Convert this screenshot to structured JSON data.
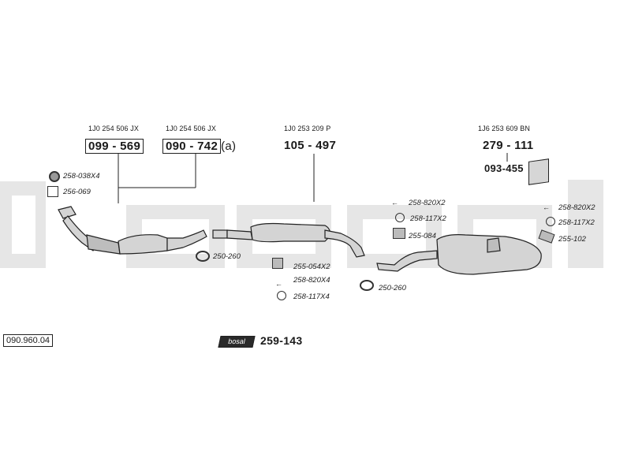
{
  "diagram": {
    "diagram_number": "090.960.04",
    "brand": "bosal",
    "kit_number": "259-143",
    "colors": {
      "watermark": "#e4e4e4",
      "line": "#222222",
      "part_fill": "#cfcfcf"
    },
    "assemblies": [
      {
        "oe": "1J0 254 506 JX",
        "part": "099 - 569",
        "boxed": true,
        "suffix": ""
      },
      {
        "oe": "1J0 254 506 JX",
        "part": "090 - 742",
        "boxed": true,
        "suffix": "(a)"
      },
      {
        "oe": "1J0 253 209 P",
        "part": "105 - 497",
        "boxed": false,
        "suffix": ""
      },
      {
        "oe": "1J6 253 609 BN",
        "part": "279 - 111",
        "boxed": false,
        "suffix": ""
      }
    ],
    "extra_part": "093-455",
    "components": [
      {
        "label": "258-038X4",
        "icon": "gasket-ring-icon"
      },
      {
        "label": "256-069",
        "icon": "flange-gasket-icon"
      },
      {
        "label": "250-260",
        "icon": "clamp-icon"
      },
      {
        "label": "255-054X2",
        "icon": "rubber-hanger-icon"
      },
      {
        "label": "258-820X4",
        "icon": "bolt-icon"
      },
      {
        "label": "258-117X4",
        "icon": "nut-ring-icon"
      },
      {
        "label": "250-260",
        "icon": "clamp-icon"
      },
      {
        "label": "258-820X2",
        "icon": "bolt-icon"
      },
      {
        "label": "258-117X2",
        "icon": "nut-ring-icon"
      },
      {
        "label": "255-084",
        "icon": "hanger-bracket-icon"
      },
      {
        "label": "258-820X2",
        "icon": "bolt-icon"
      },
      {
        "label": "258-117X2",
        "icon": "nut-ring-icon"
      },
      {
        "label": "255-102",
        "icon": "hanger-bracket-icon"
      }
    ]
  }
}
